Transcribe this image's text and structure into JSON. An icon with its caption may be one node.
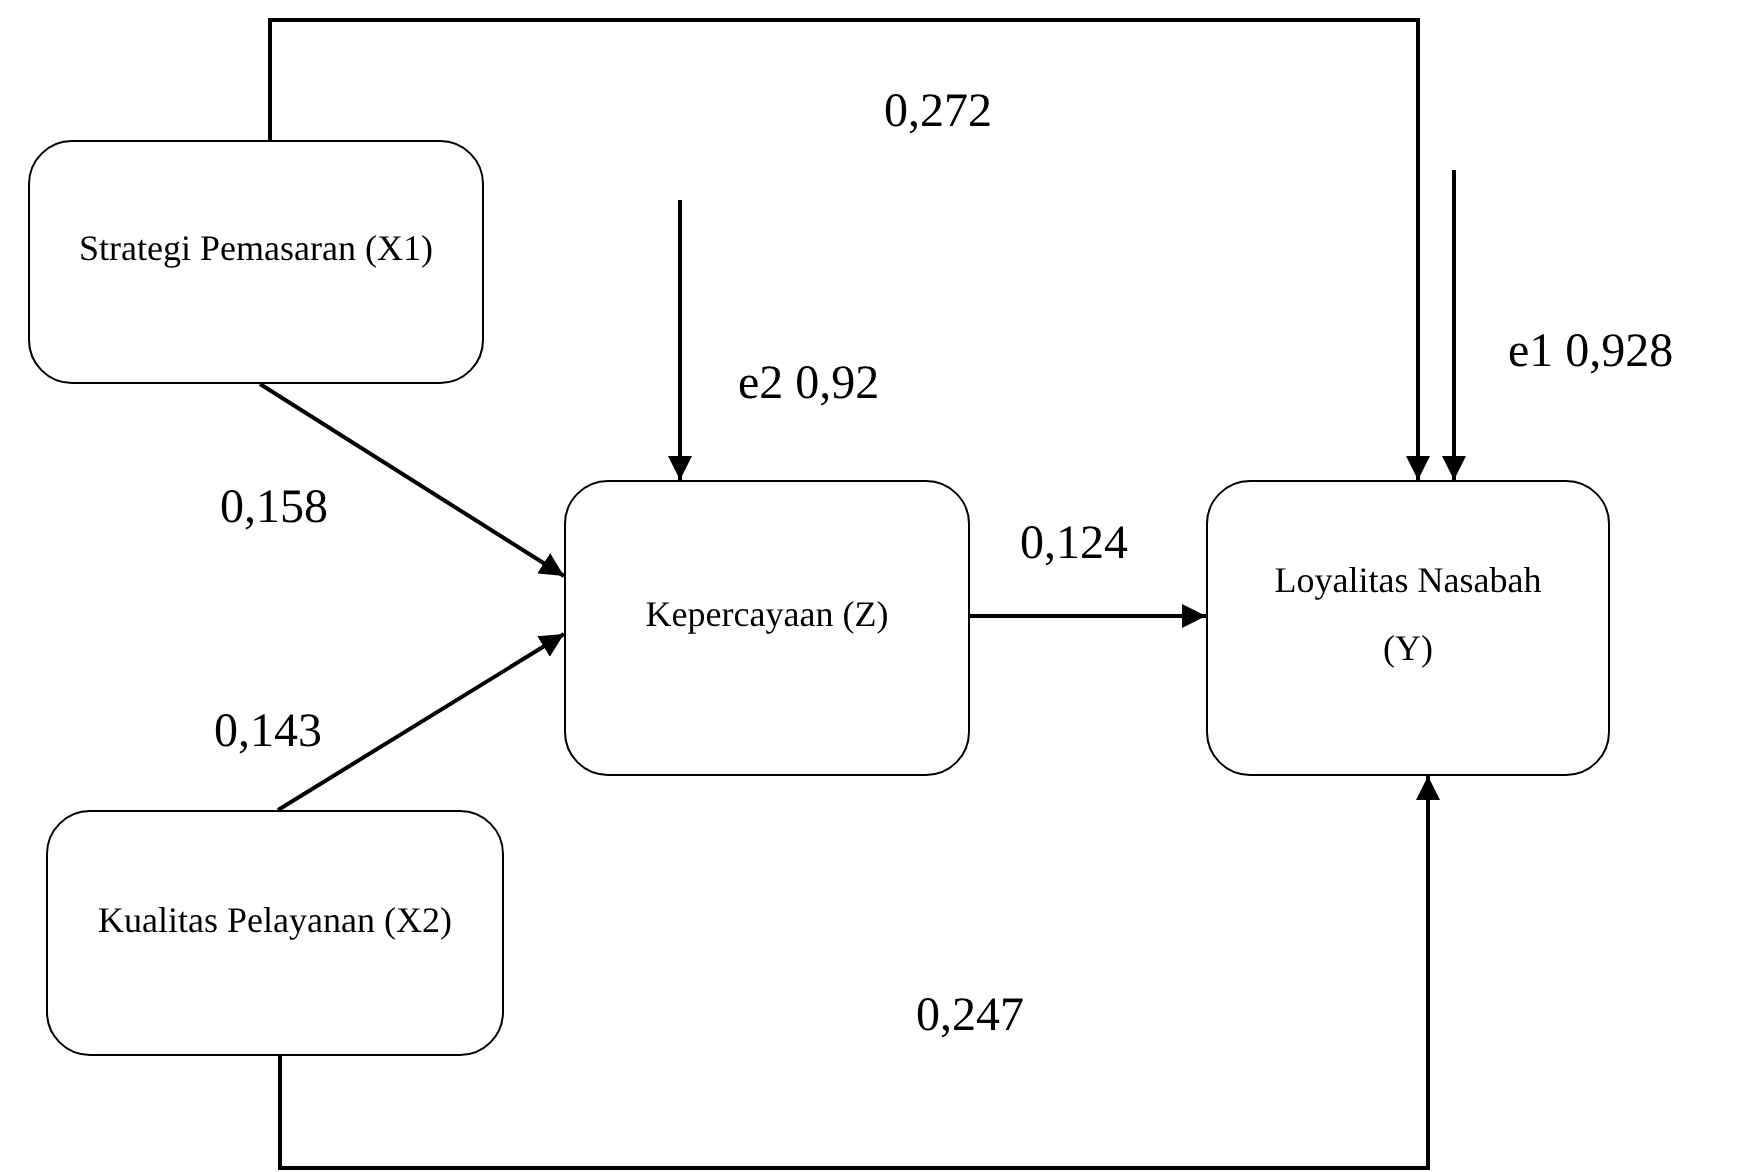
{
  "diagram": {
    "nodes": [
      {
        "text": [
          "Strategi Pemasaran (X1)"
        ]
      },
      {
        "text": [
          "Kepercayaan (Z)"
        ]
      },
      {
        "text": [
          "Loyalitas Nasabah (Y)"
        ]
      },
      {
        "text": [
          "Kualitas Pelayanan (X2)"
        ]
      }
    ],
    "edges": [
      {
        "from": 0,
        "to": 2,
        "arrow": "to",
        "label": "0,272"
      },
      {
        "from": 0,
        "to": 1,
        "arrow": "to",
        "label": "0,158"
      },
      {
        "from": 3,
        "to": 1,
        "arrow": "to",
        "label": "0,143"
      },
      {
        "from": 1,
        "to": 2,
        "arrow": "to",
        "label": "0,124"
      },
      {
        "from": 3,
        "to": 2,
        "arrow": "to",
        "label": "0,247"
      },
      {
        "from": null,
        "to": 1,
        "arrow": "to",
        "label": "e2 0,92"
      },
      {
        "from": null,
        "to": 2,
        "arrow": "to",
        "label": "e1 0,928"
      }
    ]
  }
}
